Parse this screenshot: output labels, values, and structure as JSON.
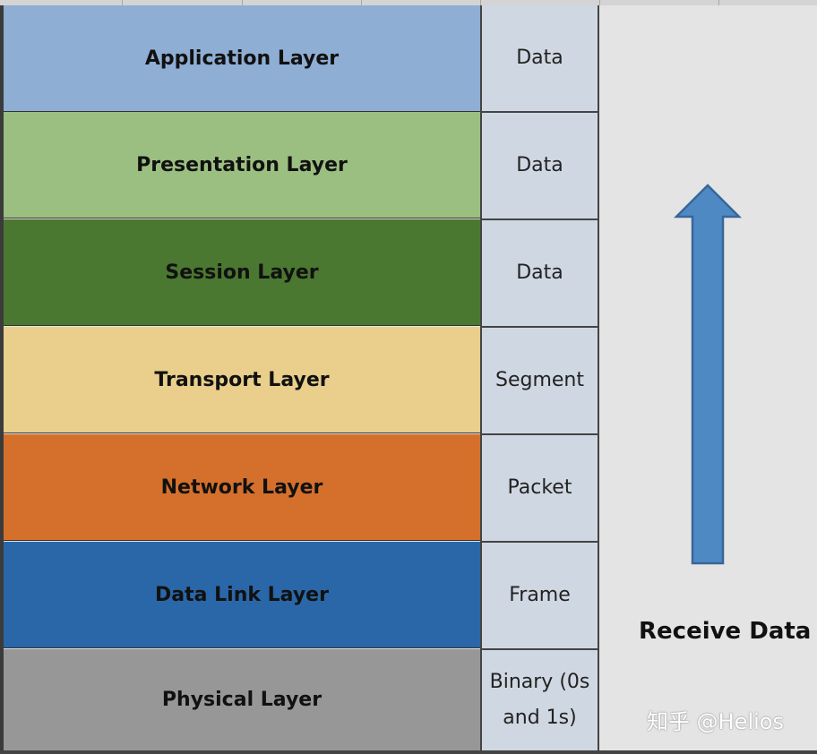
{
  "layers": [
    {
      "name": "Application Layer",
      "unit": "Data",
      "color": "#8eaed4"
    },
    {
      "name": "Presentation Layer",
      "unit": "Data",
      "color": "#9bbf80"
    },
    {
      "name": "Session Layer",
      "unit": "Data",
      "color": "#4b7830"
    },
    {
      "name": "Transport Layer",
      "unit": "Segment",
      "color": "#e9cf8b"
    },
    {
      "name": "Network Layer",
      "unit": "Packet",
      "color": "#d5702c"
    },
    {
      "name": "Data Link Layer",
      "unit": "Frame",
      "color": "#2a67a8"
    },
    {
      "name": "Physical Layer",
      "unit": "Binary (0s and 1s)",
      "color": "#979797"
    }
  ],
  "direction_label": "Receive Data",
  "arrow": {
    "icon": "arrow-up-icon",
    "color": "#4f89c4",
    "stroke": "#38669a"
  },
  "watermark": "知乎 @Helios"
}
